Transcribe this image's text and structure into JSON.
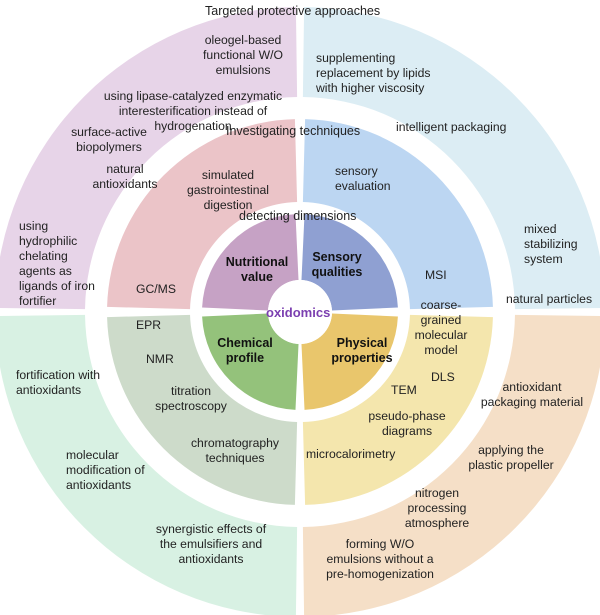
{
  "center_label": "oxidomics",
  "ring_titles": {
    "outer": "Targeted protective approaches",
    "middle": "Investigating techniques",
    "inner": "detecting dimensions"
  },
  "inner": {
    "nutritional": "Nutritional\nvalue",
    "sensory": "Sensory\nqualities",
    "chemical": "Chemical\nprofile",
    "physical": "Physical\nproperties"
  },
  "middle": {
    "nutritional": [
      "simulated\ngastrointestinal\ndigestion"
    ],
    "sensory": [
      "sensory\nevaluation"
    ],
    "chemical": [
      "GC/MS",
      "EPR",
      "NMR",
      "titration\nspectroscopy",
      "chromatography\ntechniques"
    ],
    "physical": [
      "MSI",
      "coarse-\ngrained\nmolecular\nmodel",
      "DLS",
      "TEM",
      "pseudo-phase\ndiagrams",
      "microcalorimetry"
    ]
  },
  "outer": {
    "nutritional": [
      "oleogel-based\nfunctional W/O\nemulsions",
      "using lipase-catalyzed enzymatic\ninteresterification instead of\nhydrogenation",
      "surface-active\nbiopolymers",
      "natural\nantioxidants"
    ],
    "sensory": [
      "supplementing\nreplacement by lipids\nwith higher viscosity",
      "intelligent packaging"
    ],
    "chemical": [
      "using\nhydrophilic\nchelating\nagents as\nligands of iron\nfortifier",
      "fortification with\nantioxidants",
      "molecular\nmodification of\nantioxidants",
      "synergistic effects of\nthe emulsifiers and\nantioxidants"
    ],
    "physical": [
      "mixed\nstabilizing\nsystem",
      "natural particles",
      "antioxidant\npackaging material",
      "applying the\nplastic propeller",
      "nitrogen\nprocessing\natmosphere",
      "forming W/O\nemulsions without a\npre-homogenization"
    ]
  },
  "colors": {
    "outer": {
      "nutritional": "#e7d4e8",
      "sensory": "#dcedf4",
      "chemical": "#d8f1e3",
      "physical": "#f5dfc7"
    },
    "middle": {
      "nutritional": "#ebc4c8",
      "sensory": "#bcd6f2",
      "chemical": "#cddbca",
      "physical": "#f4e6ad"
    },
    "inner": {
      "nutritional": "#c6a2c5",
      "sensory": "#8fa0d2",
      "chemical": "#94c27b",
      "physical": "#e9c66c"
    },
    "center_text": "#7b3fb0"
  }
}
